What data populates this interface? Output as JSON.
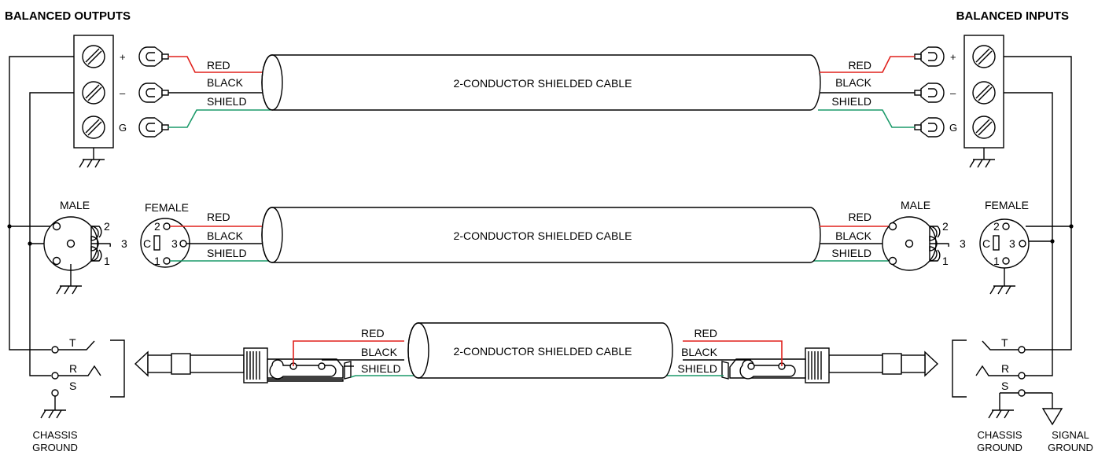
{
  "titles": {
    "outputs": "BALANCED OUTPUTS",
    "inputs": "BALANCED INPUTS"
  },
  "terminals": {
    "plus": "+",
    "minus": "–",
    "ground": "G"
  },
  "wires": {
    "red": "RED",
    "black": "BLACK",
    "shield": "SHIELD"
  },
  "cable": {
    "label": "2-CONDUCTOR SHIELDED CABLE"
  },
  "xlr": {
    "male": "MALE",
    "female": "FEMALE",
    "pin1": "1",
    "pin2": "2",
    "pin3": "3",
    "pin_c": "C"
  },
  "jack": {
    "tip": "T",
    "ring": "R",
    "sleeve": "S"
  },
  "grounds": {
    "chassis_line1": "CHASSIS",
    "chassis_line2": "GROUND",
    "signal_line1": "SIGNAL",
    "signal_line2": "GROUND"
  },
  "colors": {
    "red_wire": "#e0201b",
    "shield_wire": "#1b9a6a",
    "black_wire": "#000000"
  }
}
